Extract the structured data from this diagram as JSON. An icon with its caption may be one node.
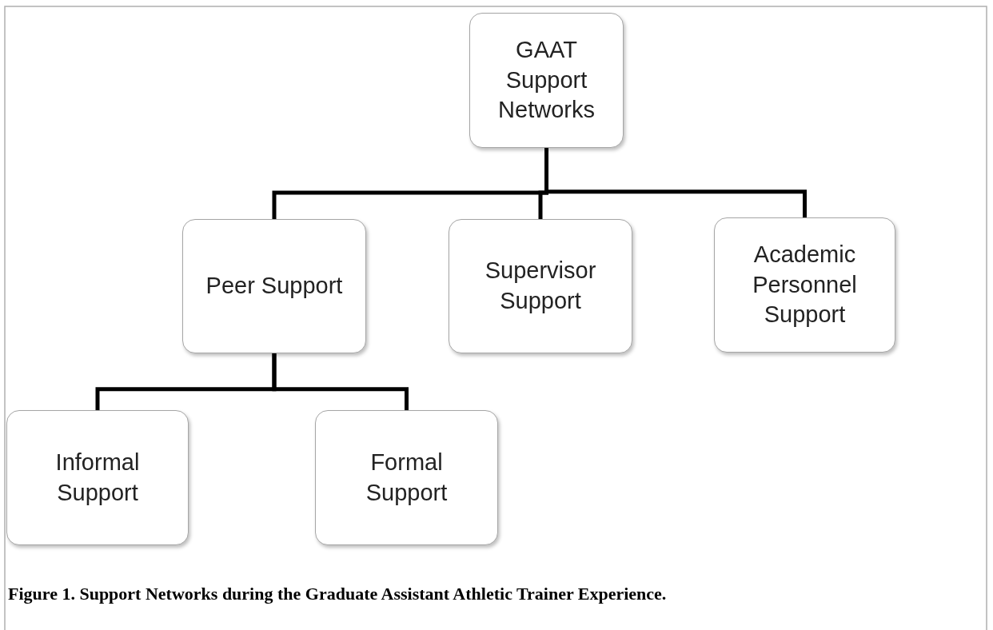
{
  "diagram": {
    "caption": "Figure 1. Support Networks during the Graduate Assistant Athletic Trainer Experience.",
    "nodes": [
      {
        "text": [
          "GAAT Support Networks"
        ]
      },
      {
        "text": [
          "Peer Support"
        ]
      },
      {
        "text": [
          "Supervisor Support"
        ]
      },
      {
        "text": [
          "Academic Personnel Support"
        ]
      },
      {
        "text": [
          "Informal Support"
        ]
      },
      {
        "text": [
          "Formal Support"
        ]
      }
    ],
    "edges": [
      {
        "from": 0,
        "to": 1,
        "arrow": "none"
      },
      {
        "from": 0,
        "to": 2,
        "arrow": "none"
      },
      {
        "from": 0,
        "to": 3,
        "arrow": "none"
      },
      {
        "from": 1,
        "to": 4,
        "arrow": "none"
      },
      {
        "from": 1,
        "to": 5,
        "arrow": "none"
      }
    ]
  }
}
